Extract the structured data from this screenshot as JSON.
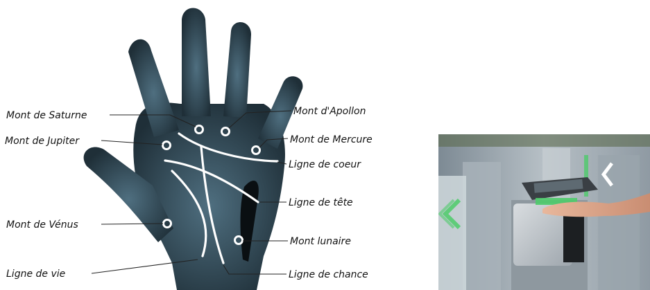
{
  "palm_diagram": {
    "labels": {
      "saturn": "Mont de Saturne",
      "jupiter": "Mont de Jupiter",
      "venus": "Mont de Vénus",
      "life_line": "Ligne de vie",
      "apollo": "Mont d'Apollon",
      "mercury": "Mont de Mercure",
      "heart_line": "Ligne de coeur",
      "head_line": "Ligne de tête",
      "lunar": "Mont lunaire",
      "fate_line": "Ligne de chance"
    }
  },
  "colors": {
    "hand_dark": "#1f2f38",
    "hand_light": "#4f6f80",
    "palm_lines": "#ffffff",
    "scanner_green": "#4ecb6a",
    "photo_background": "#9aa6b0"
  }
}
